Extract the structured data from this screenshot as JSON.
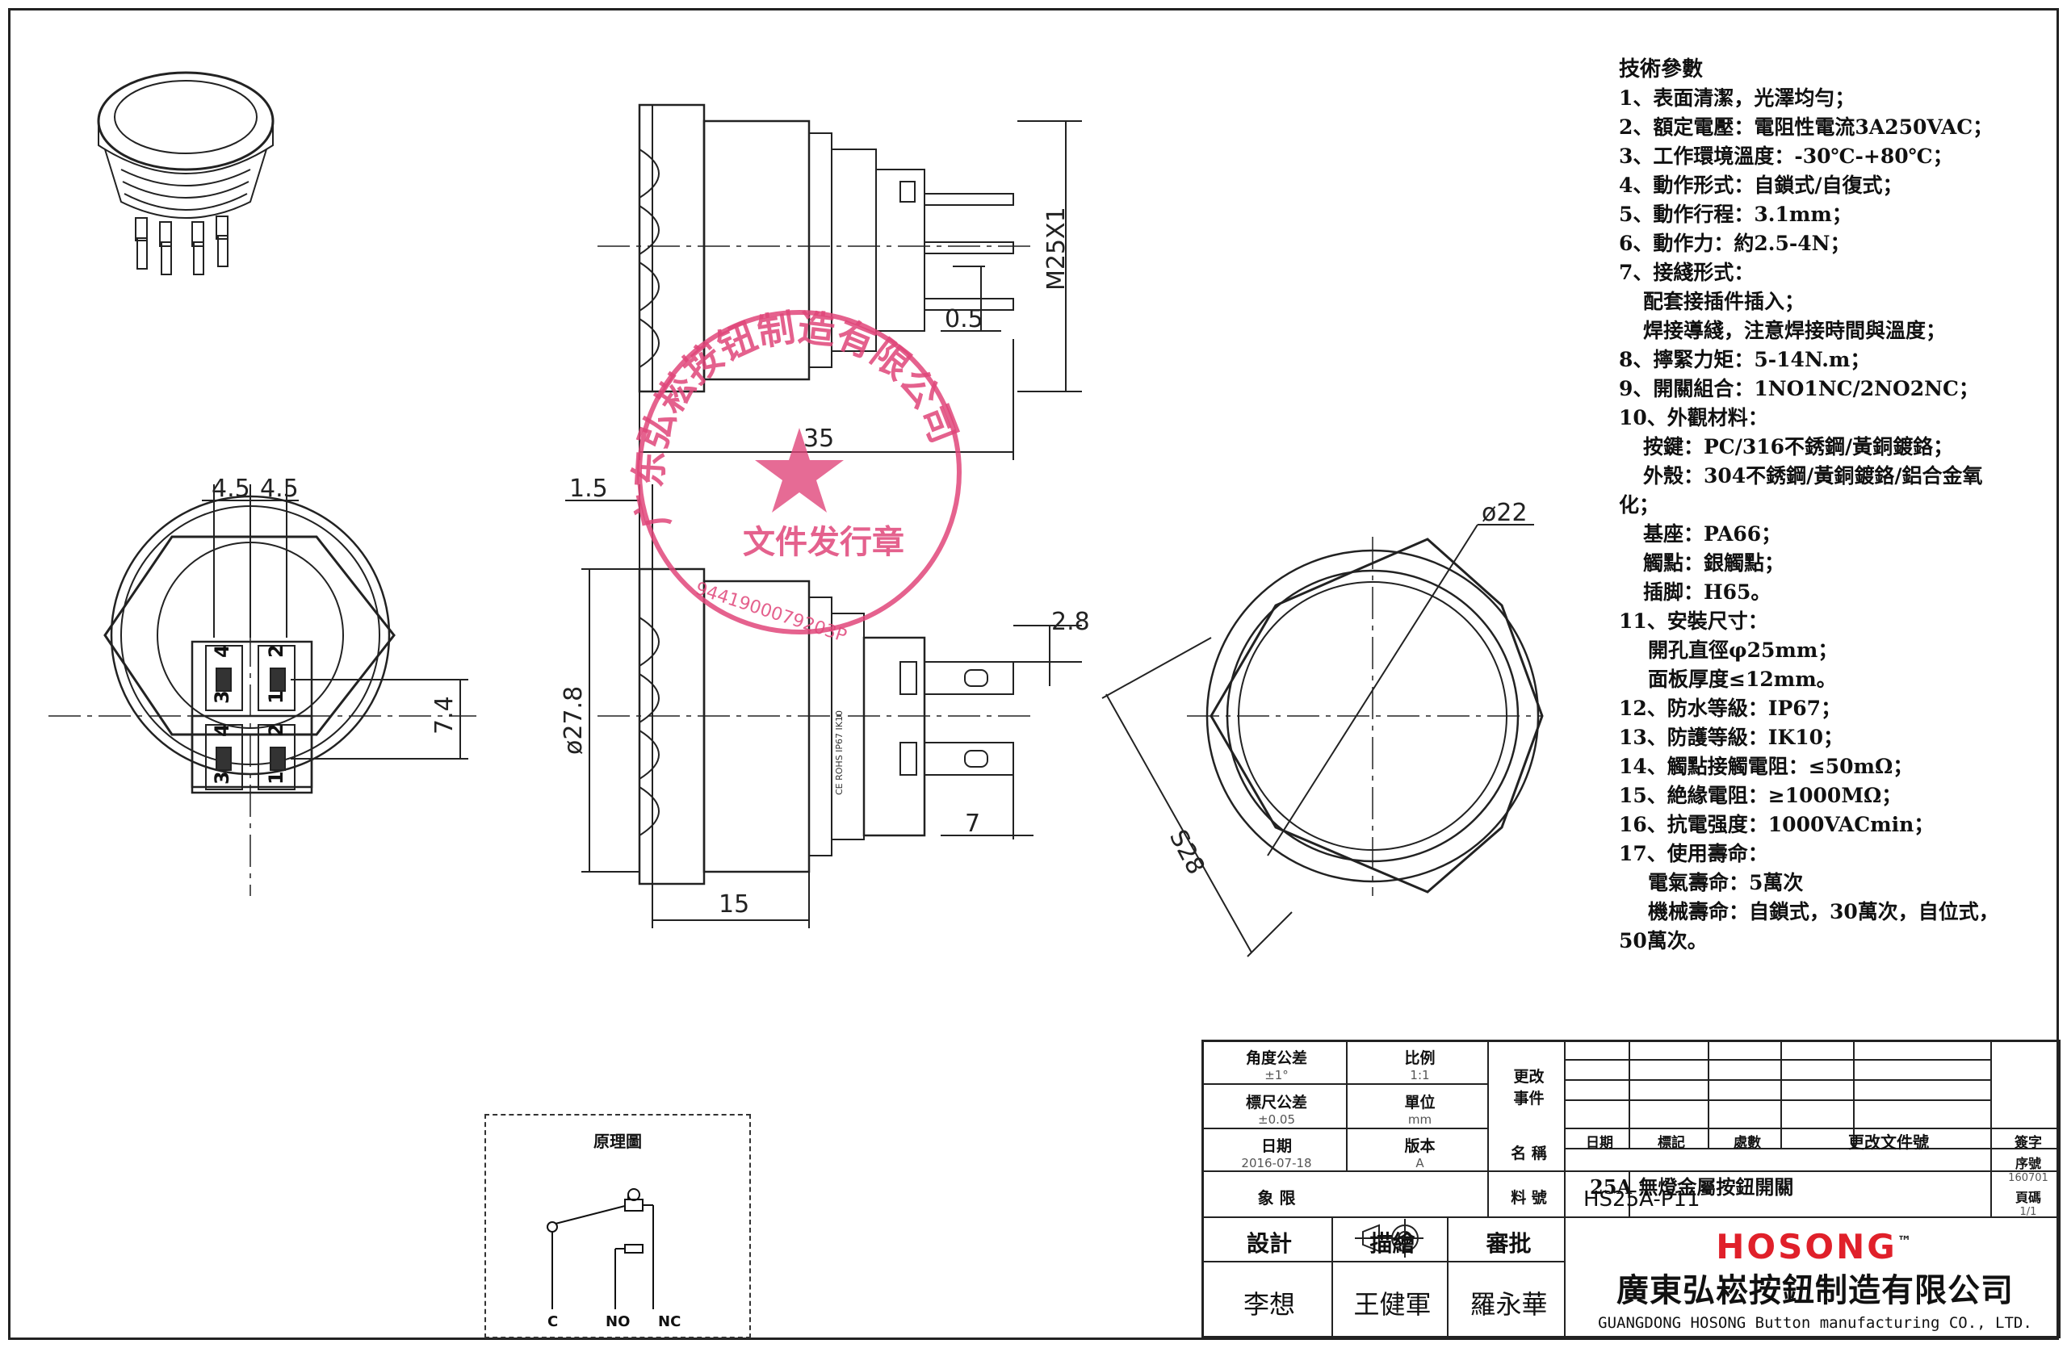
{
  "specs": {
    "title": "技術參數",
    "lines": [
      {
        "text": "1、表面清潔，光澤均勻；",
        "indent": 0
      },
      {
        "text": "2、額定電壓：電阻性電流3A250VAC；",
        "indent": 0
      },
      {
        "text": "3、工作環境溫度：-30℃-+80℃；",
        "indent": 0
      },
      {
        "text": "4、動作形式：自鎖式/自復式；",
        "indent": 0
      },
      {
        "text": "5、動作行程：3.1mm；",
        "indent": 0
      },
      {
        "text": "6、動作力：約2.5-4N；",
        "indent": 0
      },
      {
        "text": "7、接綫形式：",
        "indent": 0
      },
      {
        "text": "配套接插件插入；",
        "indent": 1
      },
      {
        "text": "焊接導綫，注意焊接時間與溫度；",
        "indent": 1
      },
      {
        "text": "8、擰緊力矩：5-14N.m；",
        "indent": 0
      },
      {
        "text": "9、開關組合：1NO1NC/2NO2NC；",
        "indent": 0
      },
      {
        "text": "10、外觀材料：",
        "indent": 0
      },
      {
        "text": "按鍵：PC/316不銹鋼/黃銅鍍鉻；",
        "indent": 1
      },
      {
        "text": "外殼：304不銹鋼/黃銅鍍鉻/鋁合金氧",
        "indent": 1
      },
      {
        "text": "化；",
        "indent": 0
      },
      {
        "text": "基座：PA66；",
        "indent": 1
      },
      {
        "text": "觸點：銀觸點；",
        "indent": 1
      },
      {
        "text": "插脚：H65。",
        "indent": 1
      },
      {
        "text": "11、安裝尺寸：",
        "indent": 0
      },
      {
        "text": "開孔直徑φ25mm；",
        "indent": 2
      },
      {
        "text": "面板厚度≤12mm。",
        "indent": 2
      },
      {
        "text": "12、防水等級：IP67；",
        "indent": 0
      },
      {
        "text": "13、防護等級：IK10；",
        "indent": 0
      },
      {
        "text": "14、觸點接觸電阻：≤50mΩ；",
        "indent": 0
      },
      {
        "text": "15、絶緣電阻：≥1000MΩ；",
        "indent": 0
      },
      {
        "text": "16、抗電强度：1000VACmin；",
        "indent": 0
      },
      {
        "text": "17、使用壽命：",
        "indent": 0
      },
      {
        "text": "電氣壽命：5萬次",
        "indent": 2
      },
      {
        "text": "機械壽命：自鎖式，30萬次，自位式，",
        "indent": 2
      },
      {
        "text": "50萬次。",
        "indent": 0
      }
    ]
  },
  "dimensions": {
    "d_45a": "4.5",
    "d_45b": "4.5",
    "d_74": "7.4",
    "d_15": "1.5",
    "d_35": "35",
    "d_05": "0.5",
    "d_m25": "M25X1",
    "d_278": "ø27.8",
    "d_28": "2.8",
    "d_7": "7",
    "d_15b": "15",
    "d_22": "ø22",
    "d_s28": "S28"
  },
  "pin_labels": [
    "4",
    "3",
    "2",
    "1",
    "4",
    "3",
    "2",
    "1"
  ],
  "body_print": "CE ROHS IP67 IK10",
  "stamp": {
    "outer_text": "广东弘崧按钮制造有限公司",
    "inner_text": "文件发行章",
    "code": "9441900079203P",
    "color": "#e0467a"
  },
  "schematic": {
    "title": "原理圖",
    "c": "C",
    "no": "NO",
    "nc": "NC"
  },
  "titleblock": {
    "angle_tol_label": "角度公差",
    "angle_tol_value": "±1°",
    "ratio_label": "比例",
    "ratio_value": "1:1",
    "change_label": "更改事件",
    "dim_tol_label": "標尺公差",
    "dim_tol_value": "±0.05",
    "unit_label": "單位",
    "unit_value": "mm",
    "date_label": "日期",
    "date_value": "2016-07-18",
    "version_label": "版本",
    "version_value": "A",
    "name_label": "名 稱",
    "name_value": "25A 無燈金屬按鈕開關",
    "projection_label": "象 限",
    "part_label": "料 號",
    "part_value": "HS25A-P11",
    "design_label": "設計",
    "drawn_label": "描繪",
    "review_label": "審批",
    "designer": "李想",
    "drafter": "王健軍",
    "reviewer": "羅永華",
    "rev_date": "日期",
    "rev_mark": "標記",
    "rev_count": "處數",
    "rev_doc": "更改文件號",
    "rev_sign": "簽字",
    "serial_label": "序號",
    "serial_value": "160701",
    "page_label": "頁碼",
    "page_value": "1/1",
    "brand": "HOSONG",
    "brand_tm": "™",
    "company_cn": "廣東弘崧按鈕制造有限公司",
    "company_en": "GUANGDONG HOSONG Button manufacturing CO., LTD.",
    "brand_color": "#e0202a"
  }
}
